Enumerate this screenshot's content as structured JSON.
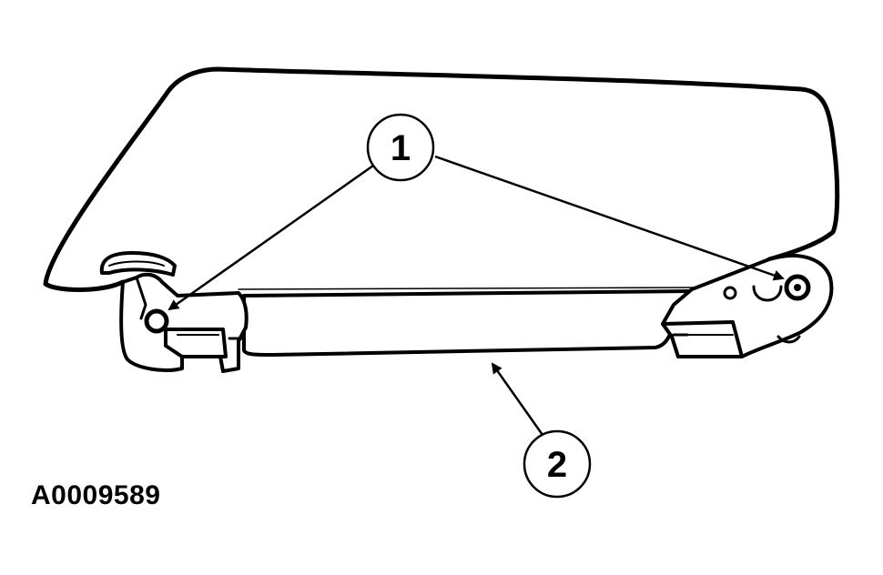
{
  "figure_id": "A0009589",
  "callouts": [
    {
      "label": "1",
      "meaning": ""
    },
    {
      "label": "2",
      "meaning": ""
    }
  ],
  "colors": {
    "stroke": "#000000",
    "background": "#ffffff"
  }
}
